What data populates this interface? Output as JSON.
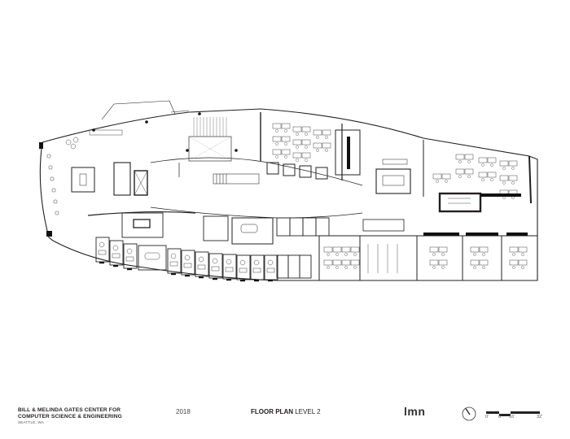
{
  "drawing": {
    "type": "architectural floor plan",
    "building_name_line1": "BILL & MELINDA GATES CENTER FOR",
    "building_name_line2": "COMPUTER SCIENCE & ENGINEERING",
    "location": "SEATTLE, WA",
    "year": "2018",
    "sheet_title_bold": "FLOOR PLAN",
    "sheet_title_level": "LEVEL 2",
    "firm_logo": "lmn",
    "north_arrow": "north-arrow-icon",
    "scale": {
      "labels": [
        "0'",
        "8'",
        "16'",
        "32'"
      ]
    },
    "colors": {
      "line": "#231f20",
      "background": "#ffffff",
      "solid_wall": "#111111"
    }
  }
}
